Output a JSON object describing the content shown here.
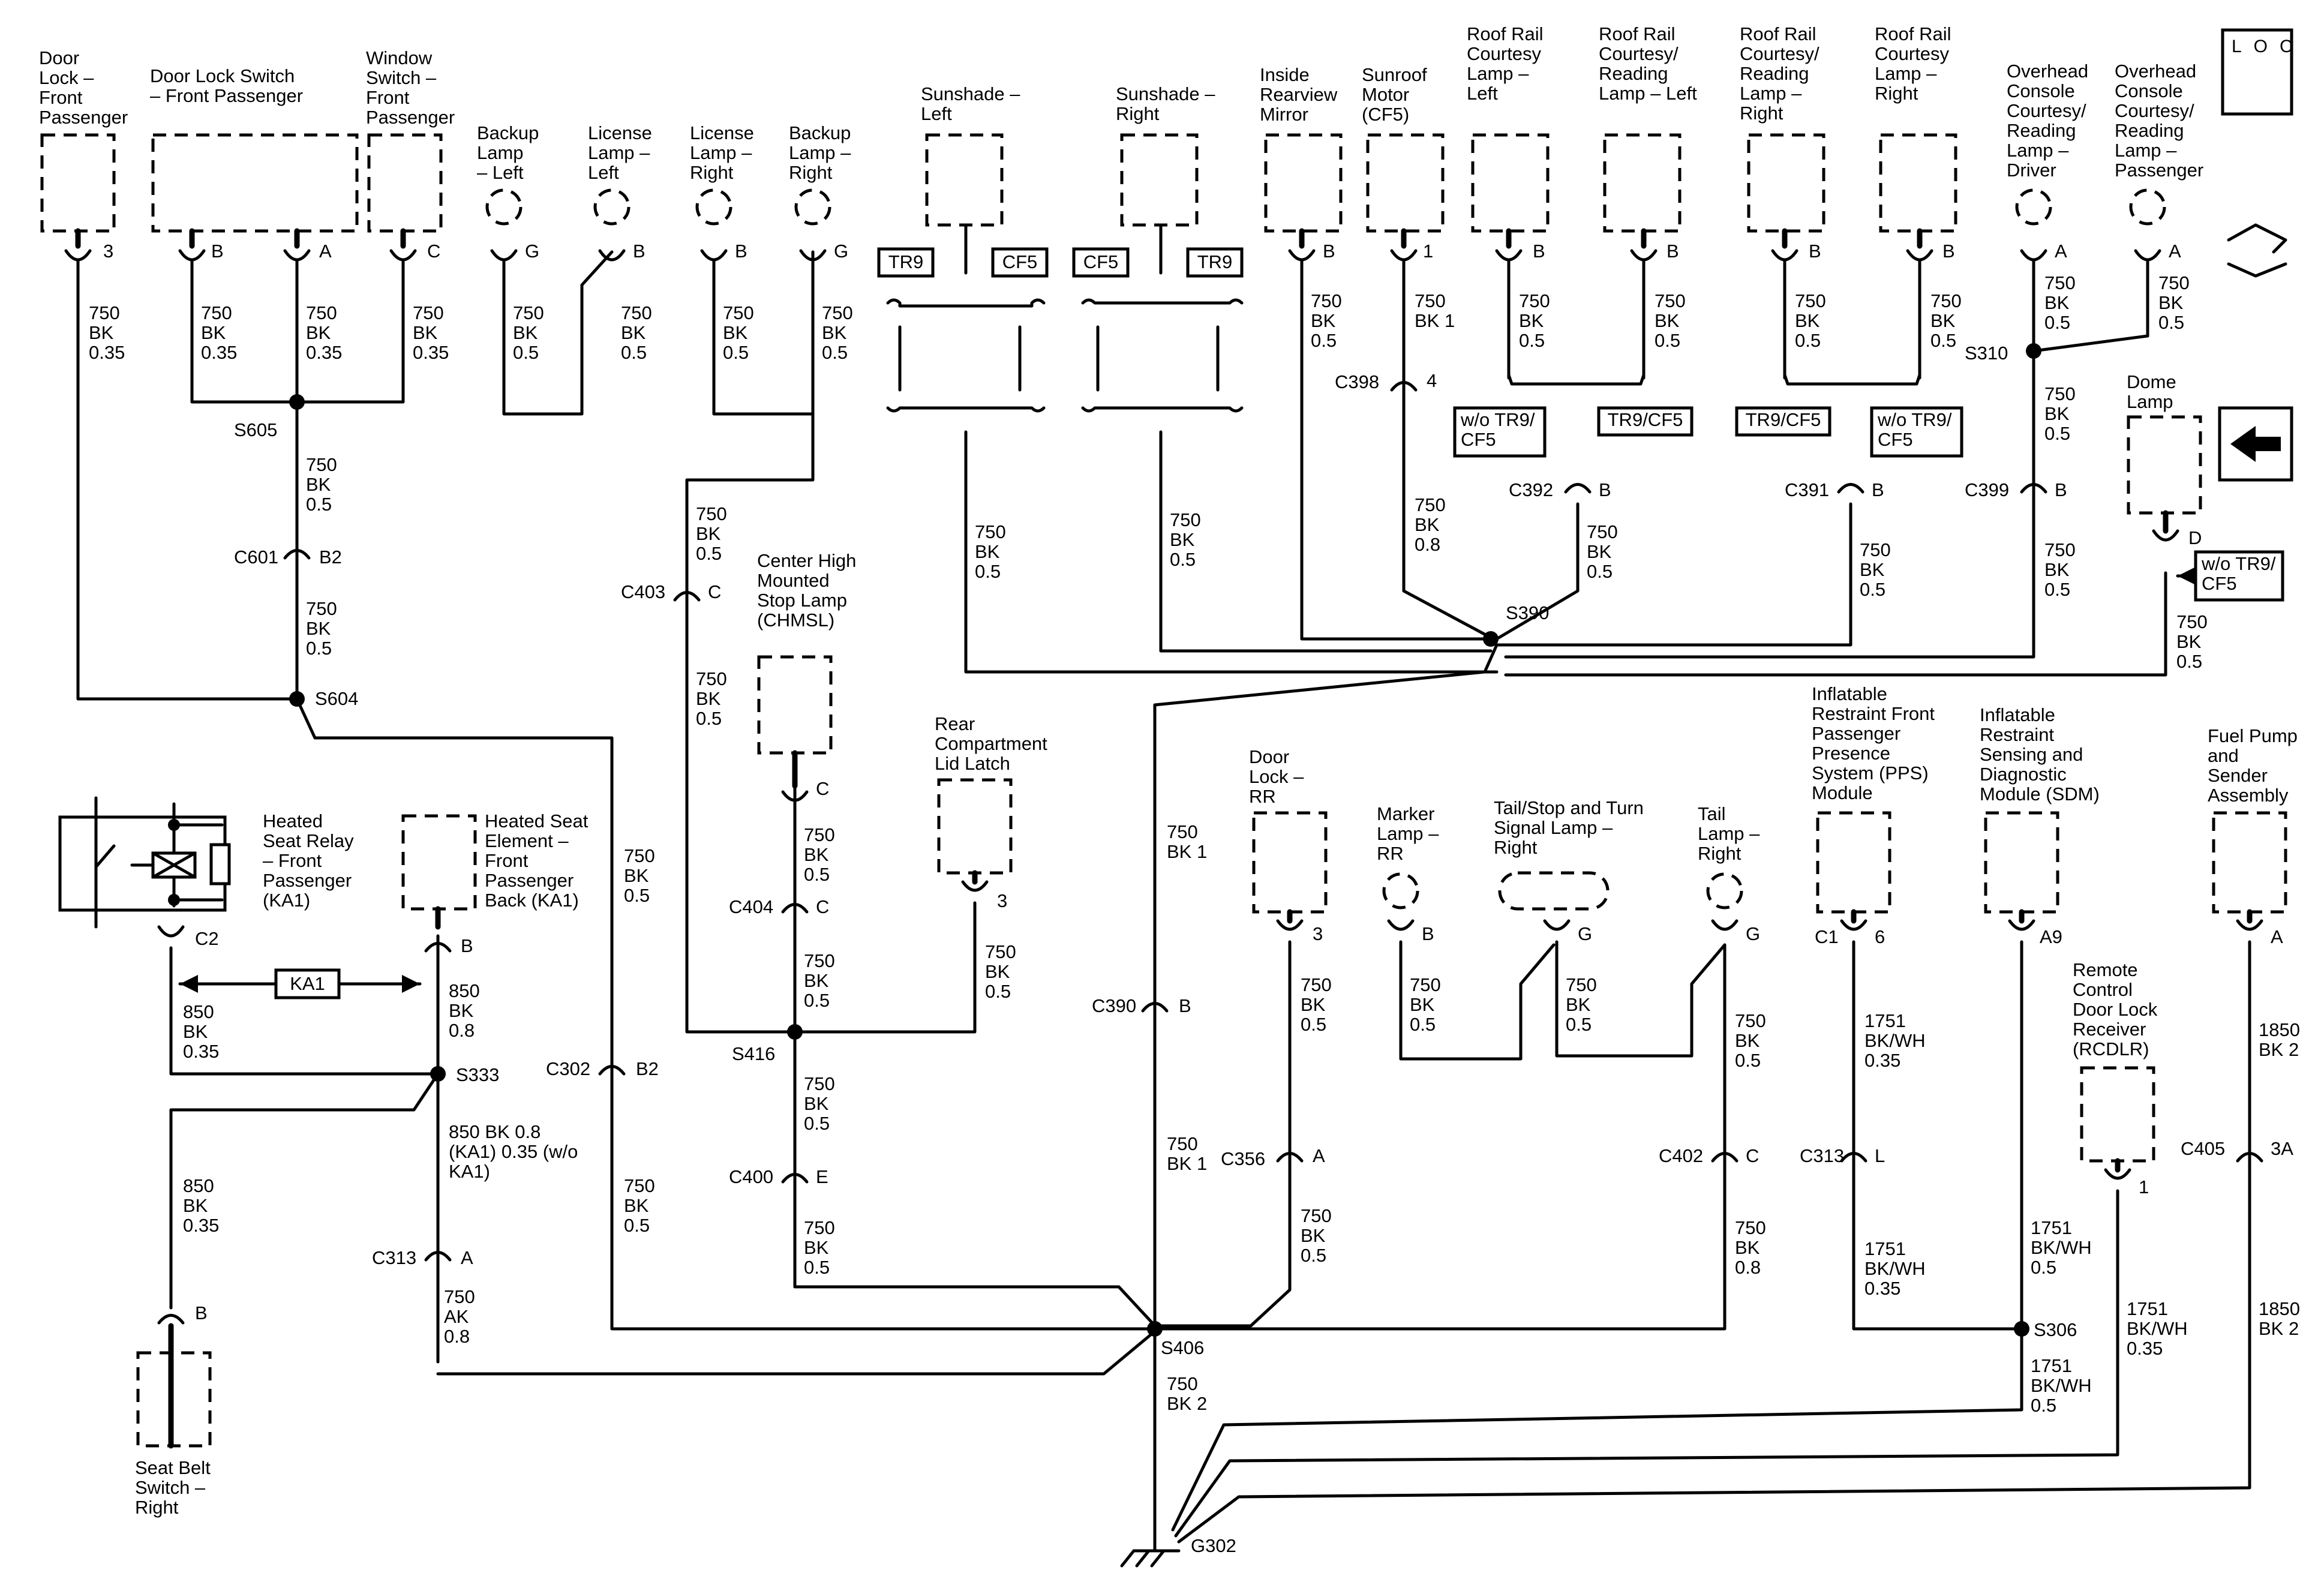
{
  "comp": {
    "door_lock_fp": "Door Lock – Front Passenger",
    "door_lock_switch_fp": "Door Lock Switch – Front Passenger",
    "window_switch_fp": "Window Switch – Front Passenger",
    "backup_lamp_left": "Backup Lamp – Left",
    "license_lamp_left": "License Lamp – Left",
    "license_lamp_right": "License Lamp – Right",
    "backup_lamp_right": "Backup Lamp – Right",
    "sunshade_left": "Sunshade – Left",
    "sunshade_right": "Sunshade – Right",
    "inside_mirror": "Inside Rearview Mirror",
    "sunroof_motor": "Sunroof Motor (CF5)",
    "roof_rail_lamp_left": "Roof Rail Courtesy Lamp – Left",
    "roof_rail_reading_left": "Roof Rail Courtesy/ Reading Lamp – Left",
    "roof_rail_reading_right": "Roof Rail Courtesy/ Reading Lamp – Right",
    "roof_rail_lamp_right": "Roof Rail Courtesy Lamp – Right",
    "overhead_console_driver": "Overhead Console Courtesy/ Reading Lamp – Driver",
    "overhead_console_passenger": "Overhead Console Courtesy/ Reading Lamp – Passenger",
    "dome_lamp": "Dome Lamp",
    "chmsl": "Center High Mounted Stop Lamp (CHMSL)",
    "rear_lid_latch": "Rear Compartment Lid Latch",
    "heated_seat_relay": "Heated Seat Relay – Front Passenger (KA1)",
    "heated_seat_element": "Heated Seat Element – Front Passenger Back (KA1)",
    "door_lock_rr": "Door Lock – RR",
    "marker_lamp_rr": "Marker Lamp – RR",
    "tail_stop_turn_right": "Tail/Stop and Turn Signal Lamp – Right",
    "tail_lamp_right": "Tail Lamp – Right",
    "pps_module": "Inflatable Restraint Front Passenger Presence System (PPS) Module",
    "sdm": "Inflatable Restraint Sensing and Diagnostic Module (SDM)",
    "fuel_pump": "Fuel Pump and Sender Assembly",
    "rcdlr": "Remote Control Door Lock Receiver (RCDLR)",
    "seat_belt_switch": "Seat Belt Switch – Right"
  },
  "tags": {
    "tr9": "TR9",
    "cf5": "CF5",
    "wo_tr9_cf5": "w/o TR9/ CF5",
    "tr9_cf5": "TR9/CF5",
    "ka1": "KA1",
    "loc": "LOC"
  },
  "splices": {
    "s605": "S605",
    "s604": "S604",
    "s416": "S416",
    "s333": "S333",
    "s406": "S406",
    "s390": "S390",
    "s310": "S310",
    "s306": "S306",
    "g302": "G302"
  },
  "connectors": {
    "c601": "C601",
    "c403": "C403",
    "c404": "C404",
    "c400": "C400",
    "c302": "C302",
    "c313a": "C313",
    "c313b": "C313",
    "c390": "C390",
    "c356": "C356",
    "c402": "C402",
    "c398": "C398",
    "c392": "C392",
    "c391": "C391",
    "c399": "C399",
    "c405": "C405",
    "c1": "C1"
  },
  "pins": {
    "p3": "3",
    "pB": "B",
    "pA": "A",
    "pC": "C",
    "pG": "G",
    "p1": "1",
    "p4": "4",
    "pB2": "B2",
    "pE": "E",
    "pD": "D",
    "pL": "L",
    "p6": "6",
    "pA9": "A9",
    "pC2": "C2",
    "p3A": "3A"
  },
  "wires": {
    "w750_bk_035": "750 BK 0.35",
    "w750_bk_05": "750 BK 0.5",
    "w750_bk_1": "750 BK 1",
    "w750_bk_08": "750 BK 0.8",
    "w750_bk_2": "750 BK 2",
    "w750_ak_08": "750 AK 0.8",
    "w850_bk_08": "850 BK 0.8",
    "w850_bk_035": "850 BK 0.35",
    "w850_bk_multi": "850 BK 0.8 (KA1) 0.35 (w/o KA1)",
    "w1751_035": "1751 BK/WH 0.35",
    "w1751_05": "1751 BK/WH 0.5",
    "w1850_bk_2": "1850 BK 2"
  }
}
